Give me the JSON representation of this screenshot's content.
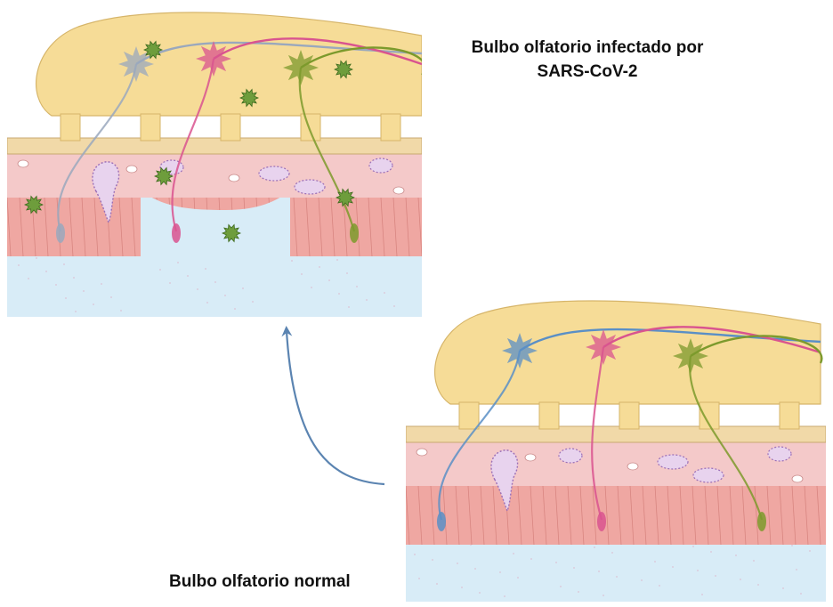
{
  "captions": {
    "infected_line1": "Bulbo olfatorio infectado por",
    "infected_line2": "SARS-CoV-2",
    "normal": "Bulbo olfatorio normal"
  },
  "colors": {
    "bulb": "#f6dc97",
    "bone": "#f1d9a8",
    "lamina": "#f4c9c9",
    "epithelium": "#efa7a2",
    "mucus": "#d8ecf7",
    "neuron_blue": "#5a8fc6",
    "neuron_pink": "#d9548f",
    "neuron_green": "#7c9a2c",
    "neuron_gray": "#9aa8bd",
    "virus": "#6e9d3c",
    "arrow": "#5b84b1"
  },
  "icons": {
    "virus": "coronavirus-particle-icon",
    "arrow": "curved-arrow-icon"
  }
}
